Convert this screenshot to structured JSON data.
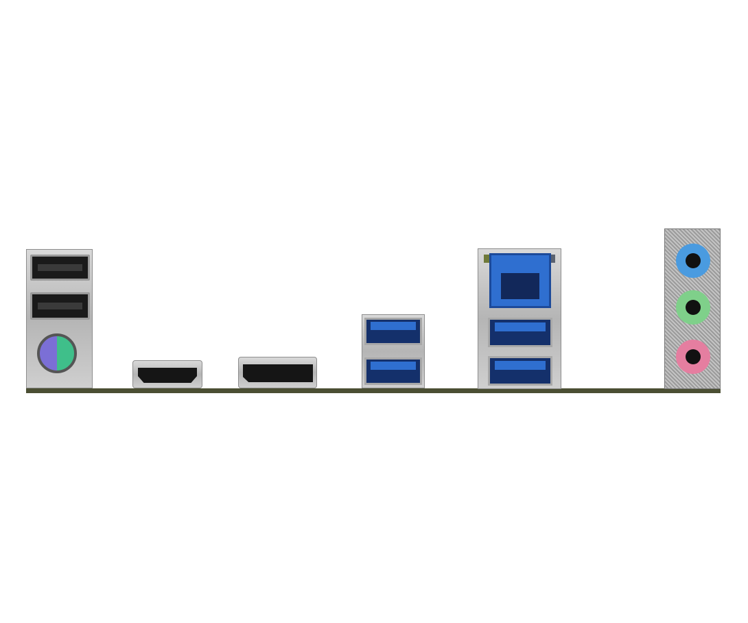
{
  "ports": [
    {
      "name": "usb2-ports",
      "color": "#1a1a1a"
    },
    {
      "name": "ps2-combo-port",
      "colors": [
        "#7b6fd6",
        "#3fbf8a"
      ]
    },
    {
      "name": "hdmi-port",
      "color": "#1a1a1a"
    },
    {
      "name": "displayport",
      "color": "#1a1a1a"
    },
    {
      "name": "usb3-ports",
      "color": "#2f6fd0"
    },
    {
      "name": "rj45-lan-port",
      "color": "#2f6fd0"
    },
    {
      "name": "audio-jacks",
      "colors": [
        "#4a9be0",
        "#7fd08a",
        "#e57ea0"
      ]
    }
  ],
  "pcb_color": "#4b4f33"
}
